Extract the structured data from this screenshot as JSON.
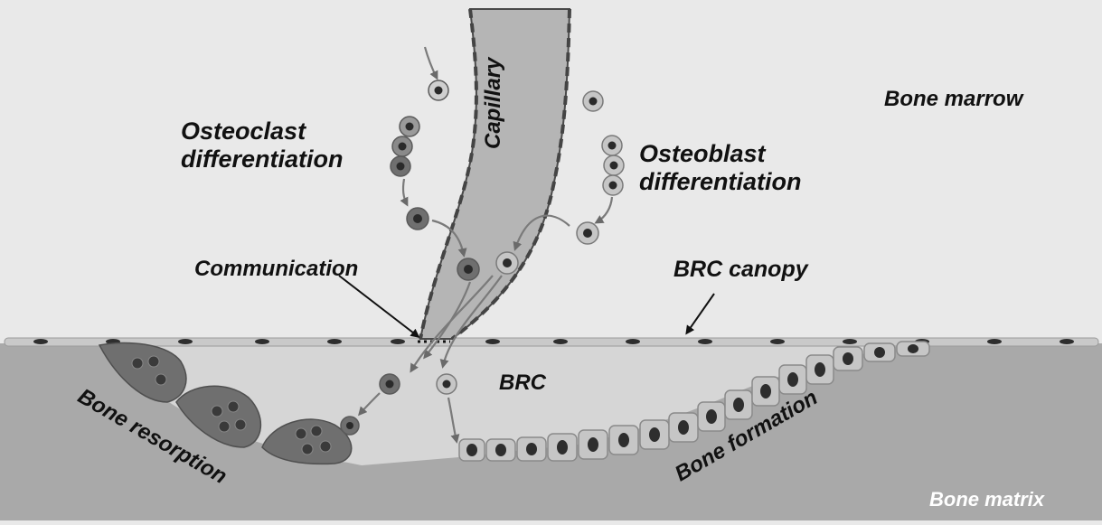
{
  "labels": {
    "osteoclast_line1": "Osteoclast",
    "osteoclast_line2": "differentiation",
    "osteoblast_line1": "Osteoblast",
    "osteoblast_line2": "differentiation",
    "capillary": "Capillary",
    "bone_marrow": "Bone marrow",
    "communication": "Communication",
    "brc_canopy": "BRC canopy",
    "brc": "BRC",
    "bone_resorption": "Bone resorption",
    "bone_formation": "Bone formation",
    "bone_matrix": "Bone matrix"
  },
  "colors": {
    "background": "#e9e9e9",
    "bone_matrix": "#a9a9a9",
    "brc_space": "#d9d9d9",
    "capillary_fill": "#b5b5b5",
    "osteoclast": "#6f6f6f",
    "osteoblast": "#c6c6c6",
    "nucleus": "#3a3a3a",
    "arrow": "#7a7a7a"
  }
}
